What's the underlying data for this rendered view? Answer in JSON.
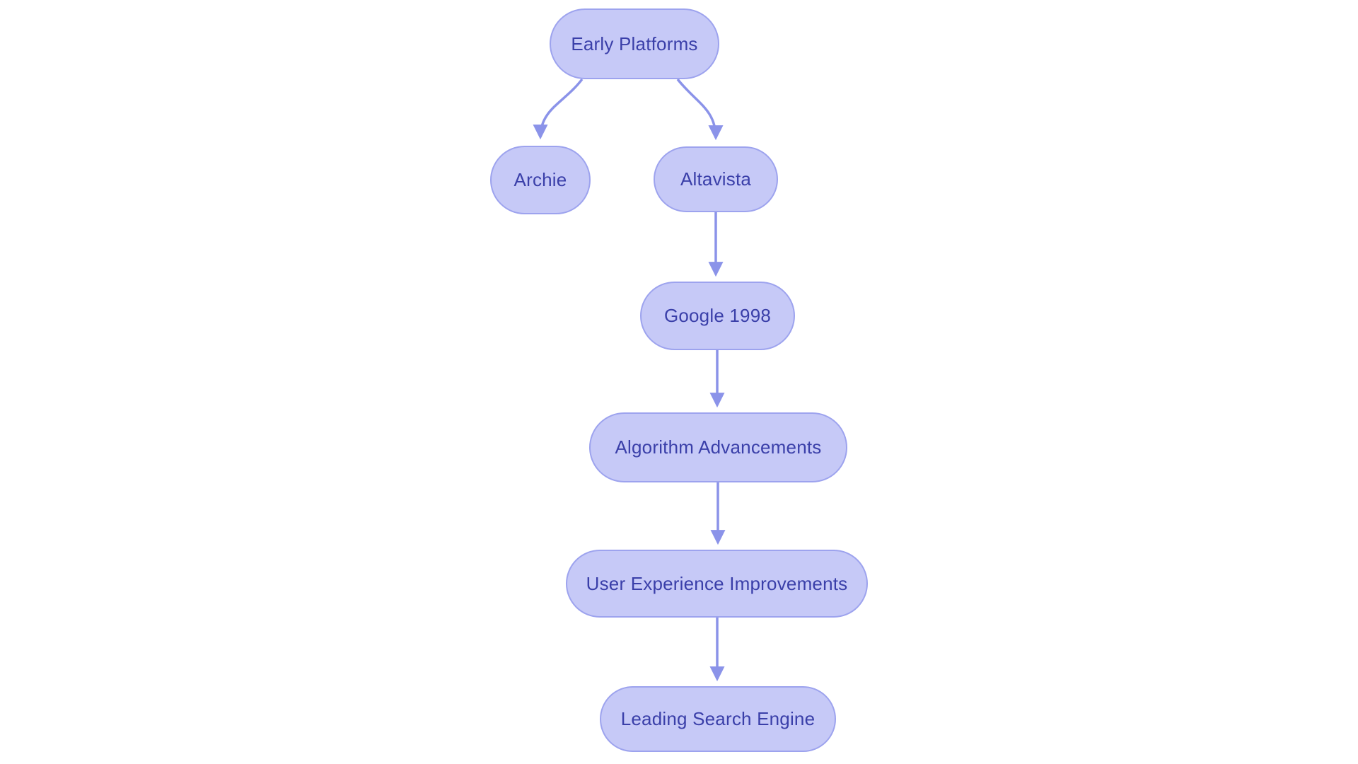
{
  "diagram": {
    "type": "flowchart",
    "background_color": "#ffffff",
    "node_fill_color": "#c6c9f7",
    "node_border_color": "#9da3ee",
    "node_text_color": "#3a3fa9",
    "edge_color": "#8b93e9",
    "nodes": [
      {
        "id": "early-platforms",
        "label": "Early Platforms"
      },
      {
        "id": "archie",
        "label": "Archie"
      },
      {
        "id": "altavista",
        "label": "Altavista"
      },
      {
        "id": "google-1998",
        "label": "Google 1998"
      },
      {
        "id": "algorithm-advancements",
        "label": "Algorithm Advancements"
      },
      {
        "id": "user-experience-improvements",
        "label": "User Experience Improvements"
      },
      {
        "id": "leading-search-engine",
        "label": "Leading Search Engine"
      }
    ],
    "edges": [
      {
        "from": "early-platforms",
        "to": "archie"
      },
      {
        "from": "early-platforms",
        "to": "altavista"
      },
      {
        "from": "altavista",
        "to": "google-1998"
      },
      {
        "from": "google-1998",
        "to": "algorithm-advancements"
      },
      {
        "from": "algorithm-advancements",
        "to": "user-experience-improvements"
      },
      {
        "from": "user-experience-improvements",
        "to": "leading-search-engine"
      }
    ]
  }
}
